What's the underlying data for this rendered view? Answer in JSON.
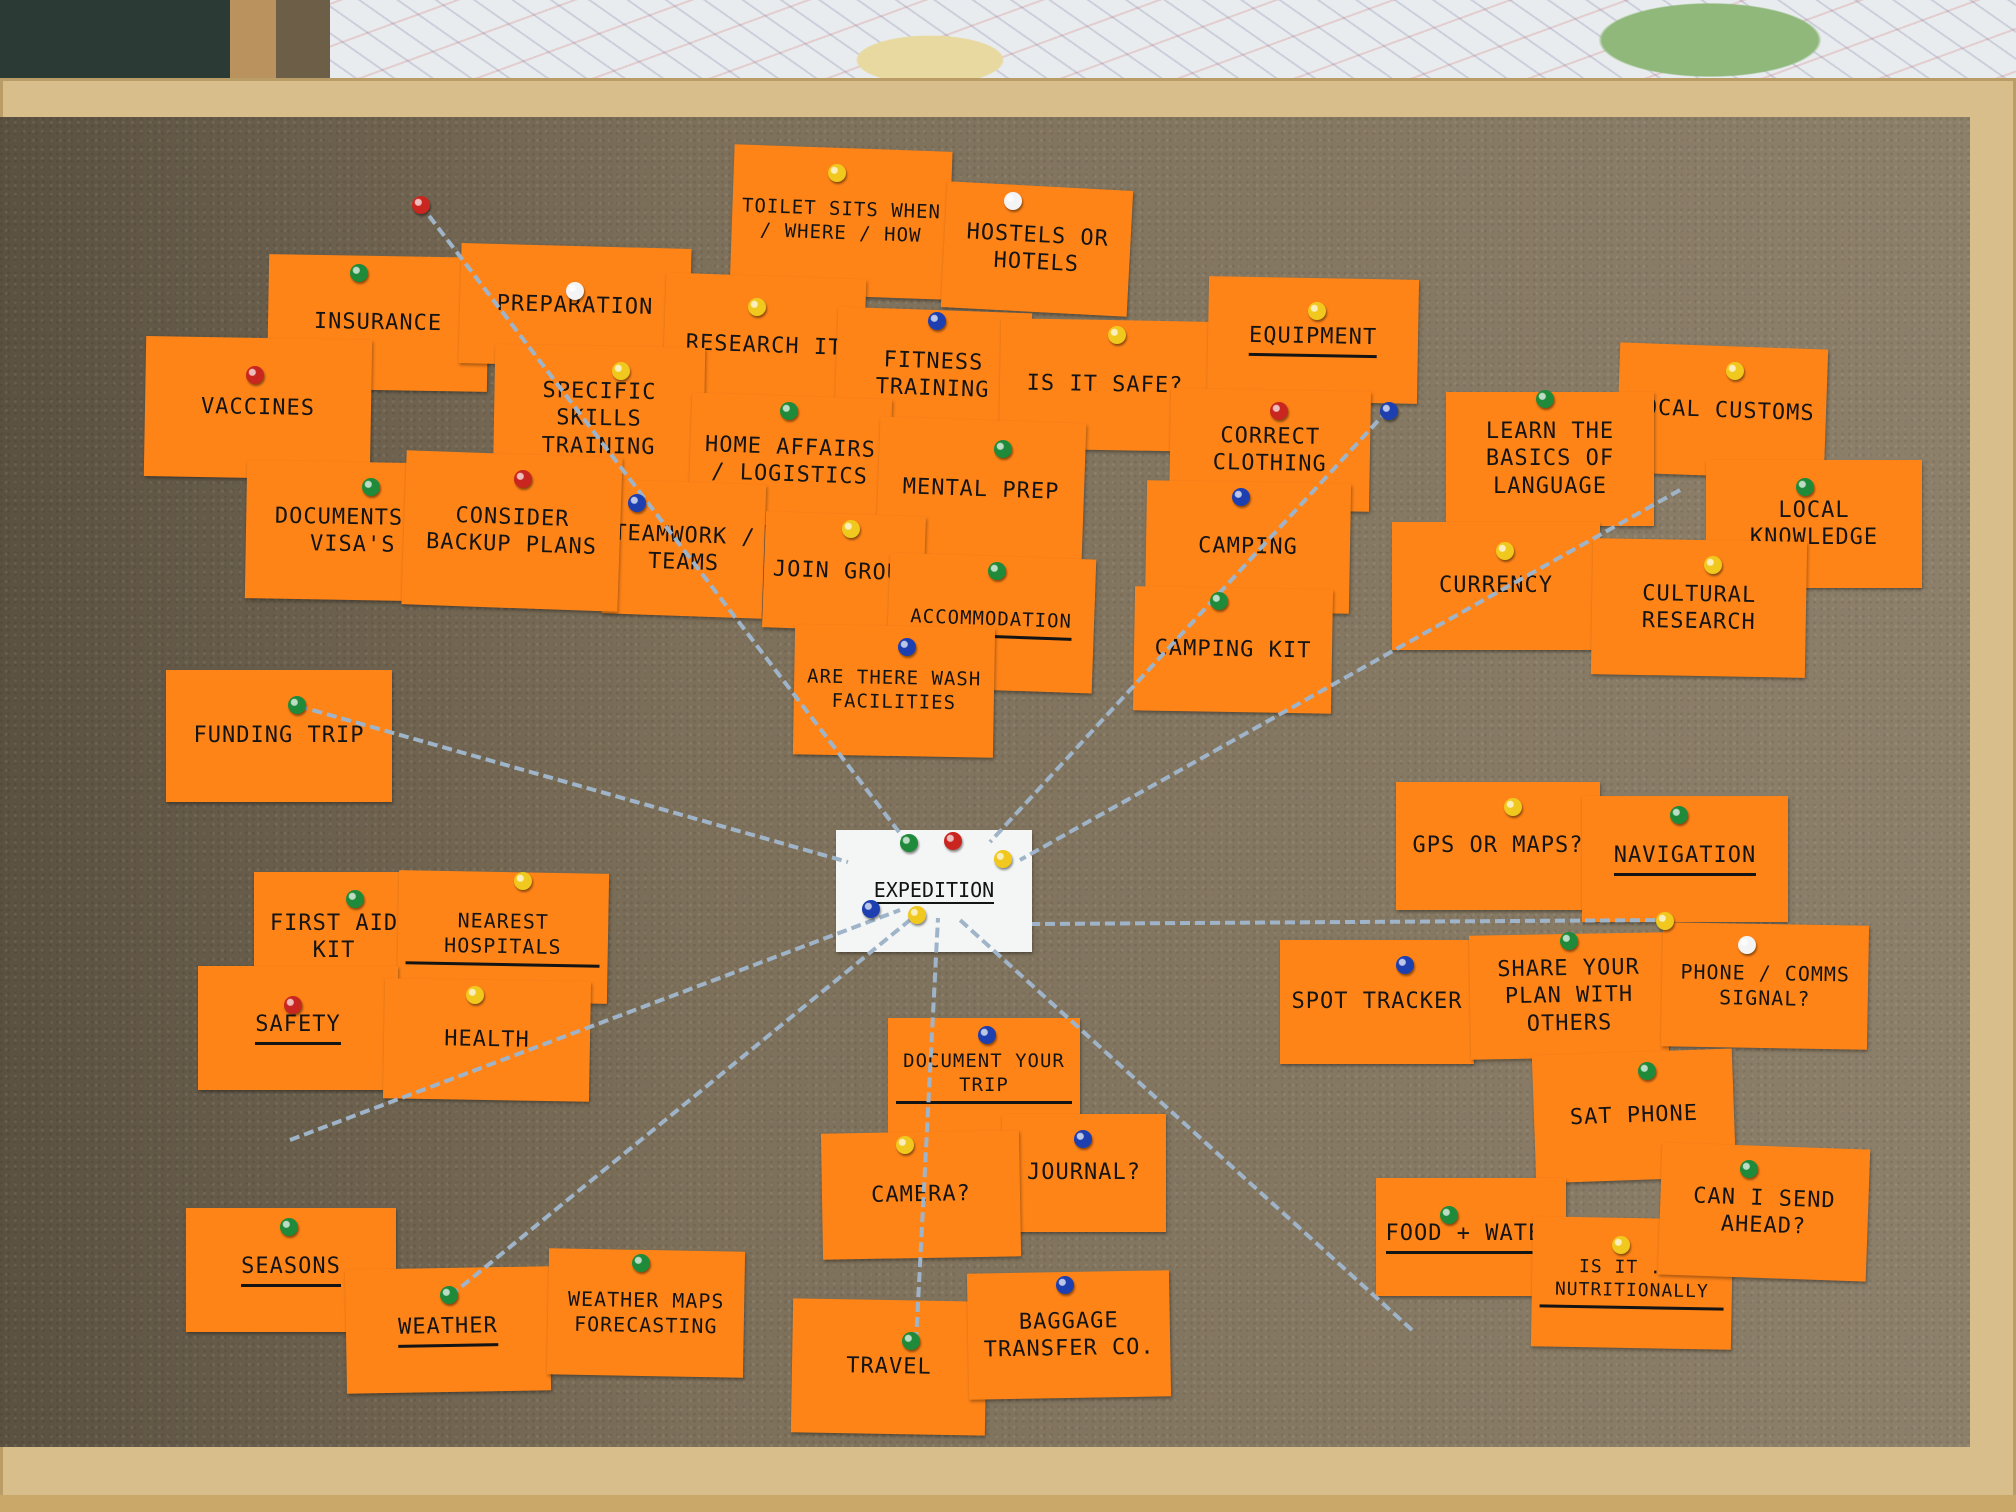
{
  "colors": {
    "note": "#ff8418",
    "cork": "#7d705a",
    "frame": "#d8be8a",
    "string": "#9fb4c8"
  },
  "center_card": {
    "label": "Expedition"
  },
  "notes": {
    "toilet": "Toilet sits when / where / how",
    "hostels": "Hostels or hotels",
    "insurance": "Insurance",
    "preparation": "Preparation",
    "research_it": "Research it",
    "fitness": "Fitness training",
    "is_it_safe": "Is it safe?",
    "equipment": "Equipment",
    "vaccines": "Vaccines",
    "specific_skills": "Specific skills training",
    "home_affairs": "Home affairs / logistics",
    "mental_prep": "Mental prep",
    "correct_clothing": "Correct clothing",
    "documents": "Documents & visa's",
    "backup": "Consider backup plans",
    "teamwork": "Teamwork / teams",
    "join_group": "Join group",
    "accommodation": "Accommodation",
    "camping": "Camping",
    "camping_kit": "Camping kit",
    "washing": "Are there wash facilities",
    "learn_language": "Learn the basics of language",
    "local_customs": "Local customs",
    "local_knowledge": "Local knowledge",
    "currency": "Currency",
    "cultural_research": "Cultural research",
    "funding": "Funding trip",
    "gps": "GPS or maps?",
    "navigation": "Navigation",
    "first_aid": "First aid kit",
    "hospitals": "Nearest hospitals",
    "safety": "Safety",
    "health": "Health",
    "spot_tracker": "Spot tracker",
    "share_plan": "Share your plan with others",
    "phone_signal": "Phone / comms signal?",
    "document_trip": "Document your trip",
    "sat_phone": "Sat phone",
    "camera": "Camera?",
    "journal": "Journal?",
    "food_water": "Food + water",
    "nutritionally": "Is it ... nutritionally",
    "send_ahead": "Can I send ahead?",
    "seasons": "Seasons",
    "weather": "Weather",
    "weather_maps": "Weather maps forecasting",
    "travel": "Travel",
    "baggage": "Baggage transfer co."
  }
}
